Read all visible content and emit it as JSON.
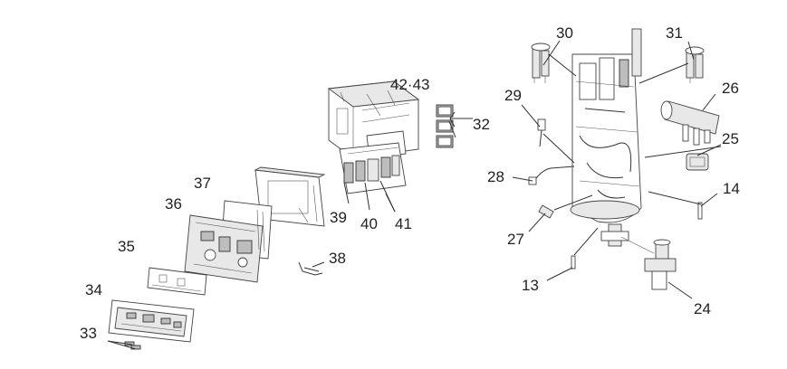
{
  "labels": {
    "l42_43": "42·43",
    "l32": "32",
    "l37": "37",
    "l36": "36",
    "l35": "35",
    "l34": "34",
    "l33": "33",
    "l39": "39",
    "l40": "40",
    "l41": "41",
    "l38": "38",
    "l30": "30",
    "l31": "31",
    "l29": "29",
    "l26": "26",
    "l25": "25",
    "l28": "28",
    "l14": "14",
    "l27": "27",
    "l13": "13",
    "l24": "24"
  }
}
